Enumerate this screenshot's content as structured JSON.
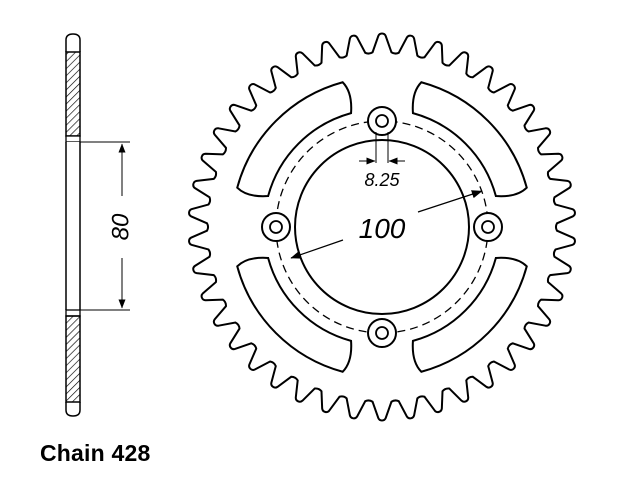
{
  "diagram": {
    "pcd_label": "100",
    "bolt_hole_label": "8.25",
    "bore_label": "80",
    "caption": "Chain 428",
    "tooth_count": 42,
    "bolt_count": 4,
    "colors": {
      "line": "#000000",
      "background": "#ffffff"
    }
  }
}
